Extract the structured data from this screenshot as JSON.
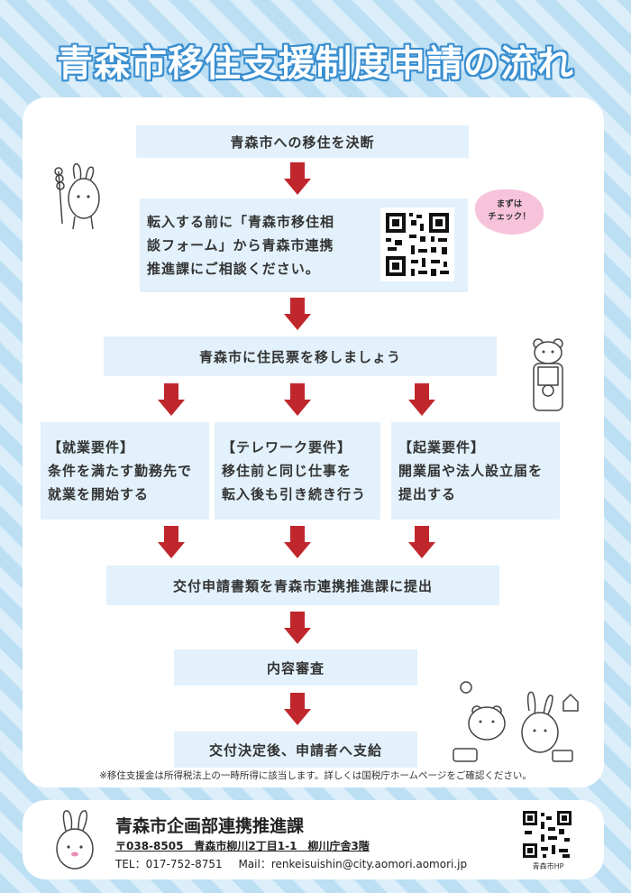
{
  "title": "青森市移住支援制度申請の流れ",
  "steps": {
    "step1": "青森市への移住を決断",
    "step2": [
      "転入する前に「青森市移住相",
      "談フォーム」から青森市連携",
      "推進課にご相談ください。"
    ],
    "step3": "青森市に住民票を移しましょう",
    "req1": [
      "【就業要件】",
      "条件を満たす勤務先で",
      "就業を開始する"
    ],
    "req2": [
      "【テレワーク要件】",
      "移住前と同じ仕事を",
      "転入後も引き続き行う"
    ],
    "req3": [
      "【起業要件】",
      "開業届や法人設立届を",
      "提出する"
    ],
    "step5": "交付申請書類を青森市連携推進課に提出",
    "step6": "内容審査",
    "step7": "交付決定後、申請者へ支給"
  },
  "badge": [
    "まずは",
    "チェック！"
  ],
  "note": "※移住支援金は所得税法上の一時所得に該当します。詳しくは国税庁ホームページをご確認ください。",
  "footer": {
    "dept": "青森市企画部連携推進課",
    "address": "〒038-8505　青森市柳川2丁目1-1　柳川庁舎3階",
    "tel": "TEL：017-752-8751",
    "mail": "Mail：renkeisuishin@city.aomori.aomori.jp",
    "hp_label": "青森市HP"
  },
  "colors": {
    "accent": "#c0272d",
    "box": "#e2f1fb",
    "title_outline": "#3a8fd0",
    "badge": "#f7c3db"
  },
  "icons": [
    "rabbit-mascot-icon",
    "bear-mascot-icon",
    "qr-code-icon"
  ]
}
